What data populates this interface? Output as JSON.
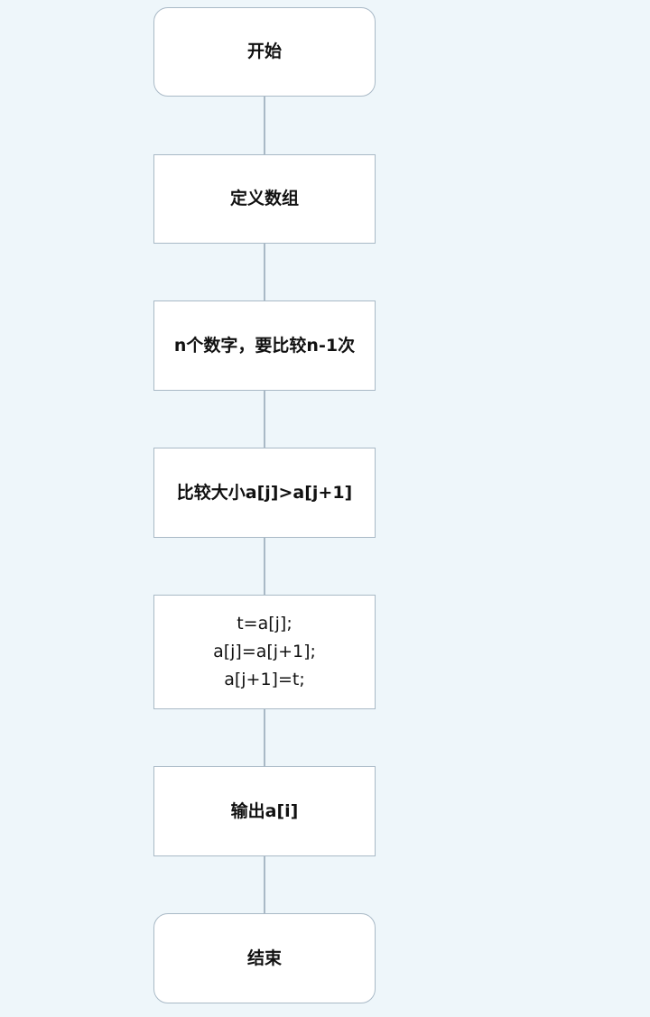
{
  "flowchart": {
    "nodes": [
      {
        "id": "start",
        "label": "开始",
        "shape": "rounded"
      },
      {
        "id": "define-array",
        "label": "定义数组",
        "shape": "rect"
      },
      {
        "id": "loop-count",
        "label": "n个数字，要比较n-1次",
        "shape": "rect"
      },
      {
        "id": "compare",
        "label": "比较大小a[j]>a[j+1]",
        "shape": "rect"
      },
      {
        "id": "swap",
        "label": "t=a[j];\na[j]=a[j+1];\na[j+1]=t;",
        "shape": "rect"
      },
      {
        "id": "output",
        "label": "输出a[i]",
        "shape": "rect"
      },
      {
        "id": "end",
        "label": "结束",
        "shape": "rounded"
      }
    ],
    "edges": [
      {
        "from": "start",
        "to": "define-array"
      },
      {
        "from": "define-array",
        "to": "loop-count"
      },
      {
        "from": "loop-count",
        "to": "compare"
      },
      {
        "from": "compare",
        "to": "swap"
      },
      {
        "from": "swap",
        "to": "output"
      },
      {
        "from": "output",
        "to": "end"
      }
    ],
    "colors": {
      "background": "#eef6fa",
      "node_fill": "#ffffff",
      "node_border": "#a9b9c6",
      "connector": "#a9b9c6",
      "text": "#111111"
    }
  }
}
